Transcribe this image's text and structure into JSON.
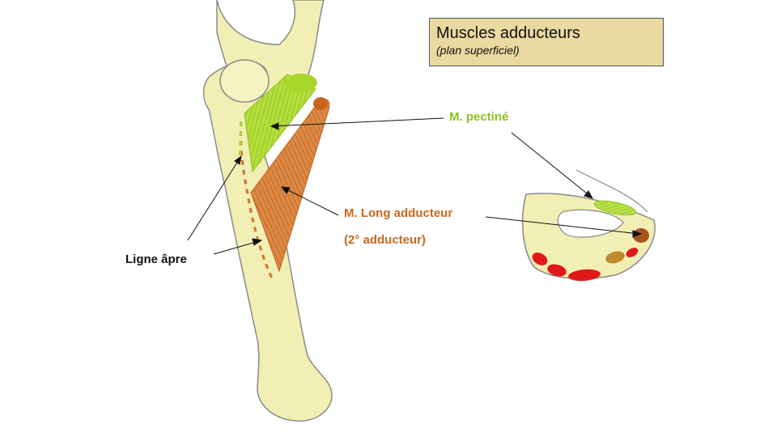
{
  "title": {
    "main": "Muscles adducteurs",
    "sub": "(plan superficiel)"
  },
  "labels": {
    "pectine": "M. pectiné",
    "long_adducteur": "M. Long adducteur",
    "long_adducteur_sub": "(2° adducteur)",
    "ligne_apre": "Ligne âpre"
  },
  "colors": {
    "bone": "#f2efb4",
    "pectine": "#a8d62a",
    "long_adducteur": "#d2762c",
    "pectine_label": "#8dc21f",
    "adducteur_label": "#c9691d",
    "red_muscles": "#e01818",
    "title_box": "#ead9a0"
  }
}
